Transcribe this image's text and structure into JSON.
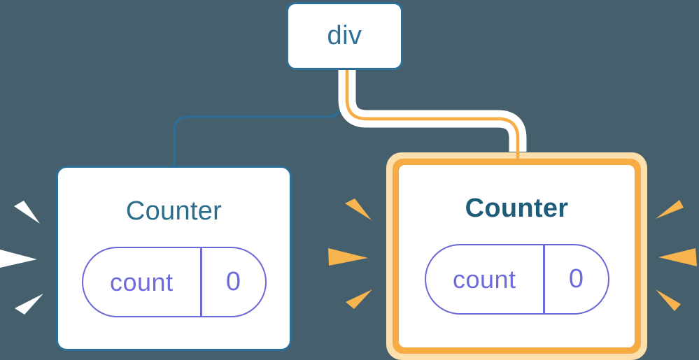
{
  "diagram": {
    "background_color": "#45606C",
    "root_node": {
      "label": "div"
    },
    "edges": {
      "left_edge_color": "#2D6E96",
      "right_edge_color": "#F6AC42",
      "right_edge_casing_color": "#FFFFFF"
    },
    "counters": [
      {
        "id": "left",
        "title": "Counter",
        "state_key": "count",
        "state_value": "0",
        "highlighted": false,
        "border_color": "#2D6E96",
        "title_color": "#2A6E8C",
        "spark_color": "#FFFFFF"
      },
      {
        "id": "right",
        "title": "Counter",
        "state_key": "count",
        "state_value": "0",
        "highlighted": true,
        "border_color": "#F6AC42",
        "glow_color": "#FBDFAD",
        "title_color": "#1F5C7A",
        "spark_color": "#F8B44E"
      }
    ],
    "pill": {
      "border_color": "#6B68D8",
      "text_color": "#6D6ADB"
    }
  }
}
